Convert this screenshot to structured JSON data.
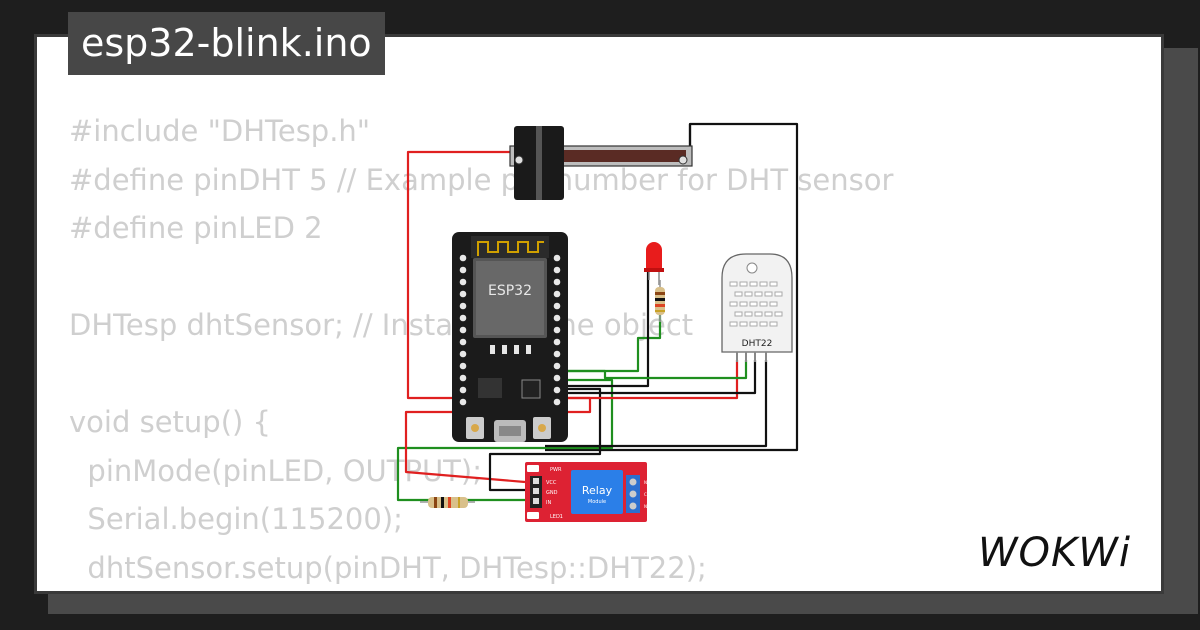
{
  "file": {
    "title": "esp32-blink.ino"
  },
  "code": {
    "lines": [
      "#include \"DHTesp.h\"",
      "#define pinDHT 5 // Example pin number for DHT sensor",
      "#define pinLED 2",
      "",
      "DHTesp dhtSensor; // Instantiate the object",
      "",
      "void setup() {",
      "  pinMode(pinLED, OUTPUT);",
      "  Serial.begin(115200);",
      "  dhtSensor.setup(pinDHT, DHTesp::DHT22);",
      "}"
    ]
  },
  "components": {
    "esp32_label": "ESP32",
    "dht_label": "DHT22",
    "relay_label": "Relay",
    "relay_sublabel": "Module",
    "relay_pins": [
      "VCC",
      "GND",
      "IN"
    ],
    "relay_pwr_label": "PWR",
    "relay_led_label": "LED1",
    "relay_terminals": [
      "NC",
      "COM",
      "NO"
    ]
  },
  "brand": {
    "logo": "WOKWi"
  },
  "colors": {
    "wire_red": "#e02020",
    "wire_green": "#1f8f1f",
    "wire_black": "#111111",
    "relay_red": "#dd2233",
    "relay_blue": "#2b7fe8"
  }
}
